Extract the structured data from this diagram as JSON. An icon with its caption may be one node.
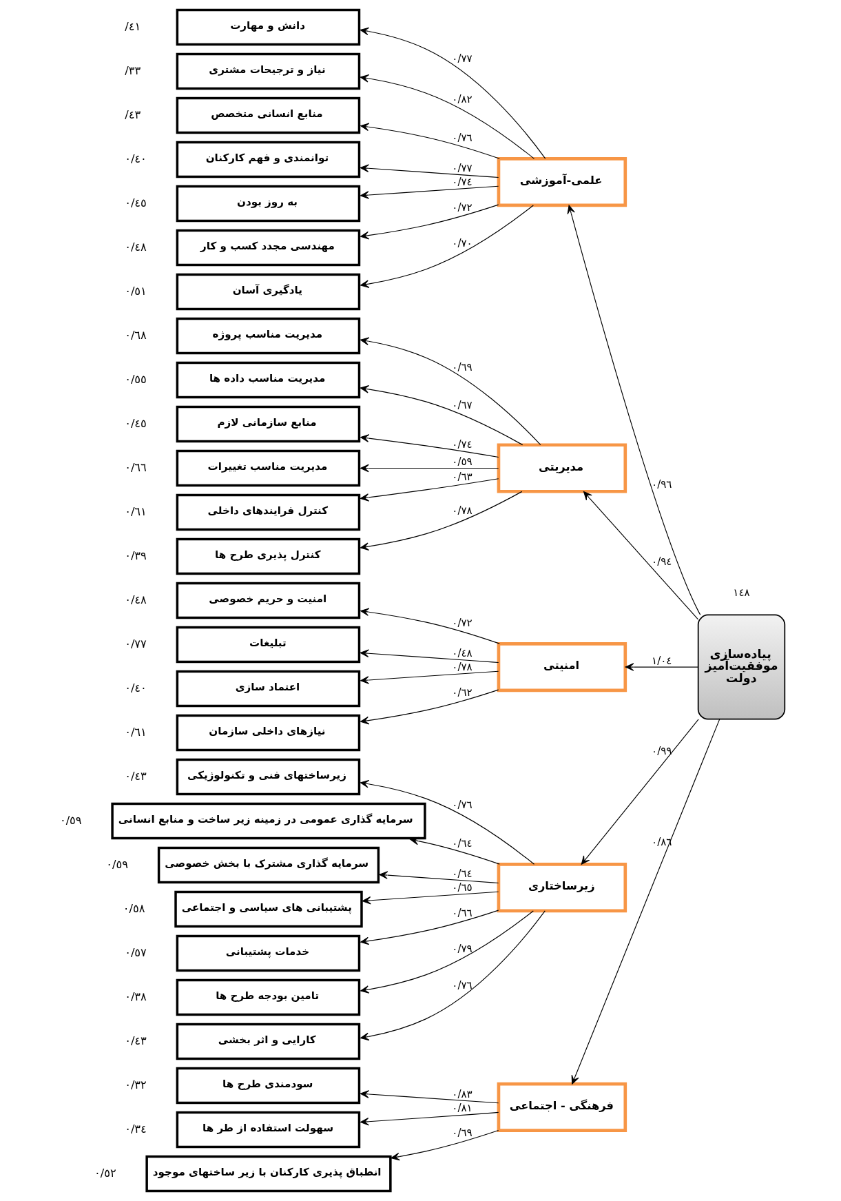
{
  "diagram": {
    "nodes": [
      {
        "text": [
          "پیاده‌سازی موفقیت‌آمیز دولت"
        ]
      },
      {
        "text": [
          "علمی-آموزشی"
        ]
      },
      {
        "text": [
          "دانش و مهارت"
        ],
        "beside": [
          "/٤١"
        ]
      },
      {
        "text": [
          "نیاز و ترجیحات مشتری"
        ],
        "beside": [
          "/٣٣"
        ]
      },
      {
        "text": [
          "منابع انسانی متخصص"
        ],
        "beside": [
          "/٤٣"
        ]
      },
      {
        "text": [
          "توانمندی و فهم کارکنان"
        ],
        "beside": [
          "٠/٤٠"
        ]
      },
      {
        "text": [
          "به روز بودن"
        ],
        "beside": [
          "٠/٤٥"
        ]
      },
      {
        "text": [
          "مهندسی مجدد کسب و کار"
        ],
        "beside": [
          "٠/٤٨"
        ]
      },
      {
        "text": [
          "یادگیری آسان"
        ],
        "beside": [
          "٠/٥١"
        ]
      },
      {
        "text": [
          "مدیریتی"
        ]
      },
      {
        "text": [
          "مدیریت مناسب پروژه"
        ],
        "beside": [
          "٠/٦٨"
        ]
      },
      {
        "text": [
          "مدیریت مناسب داده ها"
        ],
        "beside": [
          "٠/٥٥"
        ]
      },
      {
        "text": [
          "منابع سازمانی لازم"
        ],
        "beside": [
          "٠/٤٥"
        ]
      },
      {
        "text": [
          "مدیریت مناسب تغییرات"
        ],
        "beside": [
          "٠/٦٦"
        ]
      },
      {
        "text": [
          "کنترل فرایندهای داخلی"
        ],
        "beside": [
          "٠/٦١"
        ]
      },
      {
        "text": [
          "کنترل پذیری طرح ها"
        ],
        "beside": [
          "٠/٣٩"
        ]
      },
      {
        "text": [
          "امنیتی"
        ]
      },
      {
        "text": [
          "امنیت و حریم خصوصی"
        ],
        "beside": [
          "٠/٤٨"
        ]
      },
      {
        "text": [
          "تبلیغات"
        ],
        "beside": [
          "٠/٧٧"
        ]
      },
      {
        "text": [
          "اعتماد سازی"
        ],
        "beside": [
          "٠/٤٠"
        ]
      },
      {
        "text": [
          "نیازهای داخلی سازمان"
        ],
        "beside": [
          "٠/٦١"
        ]
      },
      {
        "text": [
          "زیرساختاری"
        ]
      },
      {
        "text": [
          "زیرساختهای فنی و تکنولوژیکی"
        ],
        "beside": [
          "٠/٤٣"
        ]
      },
      {
        "text": [
          "سرمایه گذاری عمومی در زمینه زیر ساخت و منابع انسانی"
        ],
        "beside": [
          "٠/٥٩"
        ]
      },
      {
        "text": [
          "سرمایه گذاری مشترک با بخش خصوصی"
        ],
        "beside": [
          "٠/٥٩"
        ]
      },
      {
        "text": [
          "پشتیبانی های سیاسی و اجتماعی"
        ],
        "beside": [
          "٠/٥٨"
        ]
      },
      {
        "text": [
          "خدمات پشتیبانی"
        ],
        "beside": [
          "٠/٥٧"
        ]
      },
      {
        "text": [
          "تامین بودجه طرح ها"
        ],
        "beside": [
          "٠/٣٨"
        ]
      },
      {
        "text": [
          "کارایی و اثر بخشی"
        ],
        "beside": [
          "٠/٤٣"
        ]
      },
      {
        "text": [
          "فرهنگی - اجتماعی"
        ]
      },
      {
        "text": [
          "سودمندی طرح ها"
        ],
        "beside": [
          "٠/٣٢"
        ]
      },
      {
        "text": [
          "سهولت استفاده از طر ها"
        ],
        "beside": [
          "٠/٣٤"
        ]
      },
      {
        "text": [
          "انطباق پذیری کارکنان با زیر ساختهای موجود"
        ],
        "beside": [
          "٠/٥٢"
        ]
      }
    ],
    "edges": [
      {
        "from": 0,
        "to": 1,
        "arrow": "to",
        "label": "٠/٩٦"
      },
      {
        "from": 1,
        "to": 2,
        "arrow": "to",
        "label": "٠/٧٧"
      },
      {
        "from": 1,
        "to": 3,
        "arrow": "to",
        "label": "٠/٨٢"
      },
      {
        "from": 1,
        "to": 4,
        "arrow": "to",
        "label": "٠/٧٦"
      },
      {
        "from": 1,
        "to": 5,
        "arrow": "to",
        "label": "٠/٧٧"
      },
      {
        "from": 1,
        "to": 6,
        "arrow": "to",
        "label": "٠/٧٤"
      },
      {
        "from": 1,
        "to": 7,
        "arrow": "to",
        "label": "٠/٧٢"
      },
      {
        "from": 1,
        "to": 8,
        "arrow": "to",
        "label": "٠/٧٠"
      },
      {
        "from": 0,
        "to": 9,
        "arrow": "to",
        "label": "٠/٩٤"
      },
      {
        "from": 9,
        "to": 10,
        "arrow": "to",
        "label": "٠/٦٩"
      },
      {
        "from": 9,
        "to": 11,
        "arrow": "to",
        "label": "٠/٦٧"
      },
      {
        "from": 9,
        "to": 12,
        "arrow": "to",
        "label": "٠/٧٤"
      },
      {
        "from": 9,
        "to": 13,
        "arrow": "to",
        "label": "٠/٥٩"
      },
      {
        "from": 9,
        "to": 14,
        "arrow": "to",
        "label": "٠/٦٣"
      },
      {
        "from": 9,
        "to": 15,
        "arrow": "to",
        "label": "٠/٧٨"
      },
      {
        "from": 0,
        "to": 16,
        "arrow": "to",
        "label": "١/٠٤"
      },
      {
        "from": 16,
        "to": 17,
        "arrow": "to",
        "label": "٠/٧٢"
      },
      {
        "from": 16,
        "to": 18,
        "arrow": "to",
        "label": "٠/٤٨"
      },
      {
        "from": 16,
        "to": 19,
        "arrow": "to",
        "label": "٠/٧٨"
      },
      {
        "from": 16,
        "to": 20,
        "arrow": "to",
        "label": "٠/٦٢"
      },
      {
        "from": 0,
        "to": 21,
        "arrow": "to",
        "label": "٠/٩٩"
      },
      {
        "from": 21,
        "to": 22,
        "arrow": "to",
        "label": "٠/٧٦"
      },
      {
        "from": 21,
        "to": 23,
        "arrow": "to",
        "label": "٠/٦٤"
      },
      {
        "from": 21,
        "to": 24,
        "arrow": "to",
        "label": "٠/٦٤"
      },
      {
        "from": 21,
        "to": 25,
        "arrow": "to",
        "label": "٠/٦٥"
      },
      {
        "from": 21,
        "to": 26,
        "arrow": "to",
        "label": "٠/٦٦"
      },
      {
        "from": 21,
        "to": 27,
        "arrow": "to",
        "label": "٠/٧٩"
      },
      {
        "from": 21,
        "to": 28,
        "arrow": "to",
        "label": "٠/٧٦"
      },
      {
        "from": 0,
        "to": 29,
        "arrow": "to",
        "label": "٠/٨٦"
      },
      {
        "from": 29,
        "to": 30,
        "arrow": "to",
        "label": "٠/٨٣"
      },
      {
        "from": 29,
        "to": 31,
        "arrow": "to",
        "label": "٠/٨١"
      },
      {
        "from": 29,
        "to": 32,
        "arrow": "to",
        "label": "٠/٦٩"
      }
    ],
    "labels": [
      "١٤٨"
    ]
  }
}
